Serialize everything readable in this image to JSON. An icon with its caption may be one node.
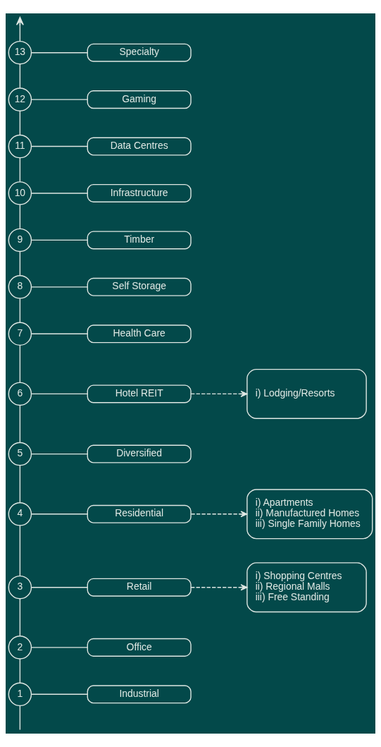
{
  "diagram": {
    "nodes": [
      {
        "text": [
          "13"
        ]
      },
      {
        "text": [
          "Specialty"
        ]
      },
      {
        "text": [
          "12"
        ]
      },
      {
        "text": [
          "Gaming"
        ]
      },
      {
        "text": [
          "11"
        ]
      },
      {
        "text": [
          "Data Centres"
        ]
      },
      {
        "text": [
          "10"
        ]
      },
      {
        "text": [
          "Infrastructure"
        ]
      },
      {
        "text": [
          "9"
        ]
      },
      {
        "text": [
          "Timber"
        ]
      },
      {
        "text": [
          "8"
        ]
      },
      {
        "text": [
          "Self Storage"
        ]
      },
      {
        "text": [
          "7"
        ]
      },
      {
        "text": [
          "Health Care"
        ]
      },
      {
        "text": [
          "6"
        ]
      },
      {
        "text": [
          "Hotel REIT"
        ]
      },
      {
        "text": [
          "i) Lodging/Resorts"
        ]
      },
      {
        "text": [
          "5"
        ]
      },
      {
        "text": [
          "Diversified"
        ]
      },
      {
        "text": [
          "4"
        ]
      },
      {
        "text": [
          "Residential"
        ]
      },
      {
        "text": [
          "i) Apartments",
          "ii) Manufactured Homes",
          "iii) Single Family Homes"
        ]
      },
      {
        "text": [
          "3"
        ]
      },
      {
        "text": [
          "Retail"
        ]
      },
      {
        "text": [
          "i) Shopping Centres",
          "ii) Regional Malls",
          "iii) Free Standing"
        ]
      },
      {
        "text": [
          "2"
        ]
      },
      {
        "text": [
          "Office"
        ]
      },
      {
        "text": [
          "1"
        ]
      },
      {
        "text": [
          "Industrial"
        ]
      }
    ],
    "edges": [
      {
        "from": 0,
        "to": null,
        "arrow": "to"
      },
      {
        "from": 0,
        "to": 2,
        "arrow": "none"
      },
      {
        "from": 2,
        "to": 4,
        "arrow": "none"
      },
      {
        "from": 4,
        "to": 6,
        "arrow": "none"
      },
      {
        "from": 6,
        "to": 8,
        "arrow": "none"
      },
      {
        "from": 8,
        "to": 10,
        "arrow": "none"
      },
      {
        "from": 10,
        "to": 12,
        "arrow": "none"
      },
      {
        "from": 12,
        "to": 14,
        "arrow": "none"
      },
      {
        "from": 14,
        "to": 17,
        "arrow": "none"
      },
      {
        "from": 17,
        "to": 19,
        "arrow": "none"
      },
      {
        "from": 19,
        "to": 22,
        "arrow": "none"
      },
      {
        "from": 22,
        "to": 25,
        "arrow": "none"
      },
      {
        "from": 25,
        "to": 27,
        "arrow": "none"
      },
      {
        "from": null,
        "to": 27,
        "arrow": "none"
      },
      {
        "from": 0,
        "to": 1,
        "arrow": "none"
      },
      {
        "from": 2,
        "to": 3,
        "arrow": "none"
      },
      {
        "from": 4,
        "to": 5,
        "arrow": "none"
      },
      {
        "from": 6,
        "to": 7,
        "arrow": "none"
      },
      {
        "from": 8,
        "to": 9,
        "arrow": "none"
      },
      {
        "from": 10,
        "to": 11,
        "arrow": "none"
      },
      {
        "from": 12,
        "to": 13,
        "arrow": "none"
      },
      {
        "from": 14,
        "to": 15,
        "arrow": "none"
      },
      {
        "from": 15,
        "to": 16,
        "arrow": "to",
        "style": "dashed"
      },
      {
        "from": 17,
        "to": 18,
        "arrow": "none"
      },
      {
        "from": 19,
        "to": 20,
        "arrow": "none"
      },
      {
        "from": 20,
        "to": 21,
        "arrow": "to",
        "style": "dashed"
      },
      {
        "from": 22,
        "to": 23,
        "arrow": "none"
      },
      {
        "from": 23,
        "to": 24,
        "arrow": "to",
        "style": "dashed"
      },
      {
        "from": 25,
        "to": 26,
        "arrow": "none"
      },
      {
        "from": 27,
        "to": 28,
        "arrow": "none"
      }
    ]
  }
}
